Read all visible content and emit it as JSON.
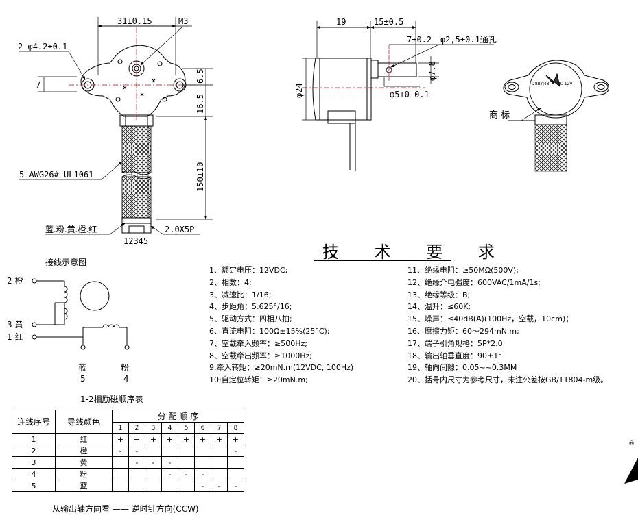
{
  "front_view": {
    "dim_31": "31±0.15",
    "dim_m3": "M3",
    "dim_holes": "2-φ4.2±0.1",
    "dim_7": "7",
    "dim_6_5": "6.5",
    "dim_16_5": "16.5",
    "dim_150": "150±10",
    "wire_label": "5-AWG26# UL1061",
    "color_label": "蓝.粉.黄.橙.红",
    "connector_label": "2.0X5P",
    "pin_numbers": "12345"
  },
  "side_view": {
    "dim_19": "19",
    "dim_15": "15±0.5",
    "dim_7": "7±0.2",
    "dim_hole": "φ2,5±0.1通孔",
    "dim_24": "φ24",
    "dim_7_8": "φ7.8",
    "dim_shaft": "φ5+0-0.1"
  },
  "photo_view": {
    "trademark_label": "商 标",
    "label_line1": "28BYJ48",
    "label_line2": "DC 12V"
  },
  "tech": {
    "title": "技 术 要 求",
    "left": [
      "1、额定电压：12VDC;",
      "2、相数：4;",
      "3、减速比：1/16;",
      "4、步距角：5.625°/16;",
      "5、驱动方式：四相八拍;",
      "6、直流电阻：100Ω±15%(25°C);",
      "7、空载牵入频率：≥500Hz;",
      "8、空载牵出频率：≥1000Hz;",
      "9.牵入转矩：≥20mN.m(12VDC, 100Hz)",
      "10:自定位转矩：≥20mN.m;"
    ],
    "right": [
      "11、绝缘电阻：≥50MΩ(500V);",
      "12、绝缘介电强度：600VAC/1mA/1s;",
      "13、绝缘等级：B;",
      "14、温升：≤60K;",
      "15、噪声：≤40dB(A)(100Hz，空载，10cm)；",
      "16、摩擦力矩：60～294mN.m;",
      "17、端子引角规格：5P*2.0",
      "18、输出轴垂直度：90±1°",
      "19、轴向间隙：0.05~~0.3MM",
      "20、括号内尺寸为参考尺寸，未注公差按GB/T1804-m级。"
    ]
  },
  "wiring": {
    "title": "接线示意图",
    "w2": "2 橙",
    "w3": "3 黄",
    "w1": "1 红",
    "blue": "蓝",
    "blue_num": "5",
    "pink": "粉",
    "pink_num": "4"
  },
  "sequence": {
    "caption": "1-2相励磁顺序表",
    "header_wire": "连线序号",
    "header_color": "导线颜色",
    "header_group": "分 配 顺 序",
    "steps": [
      "1",
      "2",
      "3",
      "4",
      "5",
      "6",
      "7",
      "8"
    ],
    "rows": [
      {
        "num": "1",
        "color": "红",
        "cells": [
          "+",
          "+",
          "+",
          "+",
          "+",
          "+",
          "+",
          "+"
        ]
      },
      {
        "num": "2",
        "color": "橙",
        "cells": [
          "-",
          "-",
          "",
          "",
          "",
          "",
          "",
          "-"
        ]
      },
      {
        "num": "3",
        "color": "黄",
        "cells": [
          "",
          "-",
          "-",
          "-",
          "",
          "",
          "",
          ""
        ]
      },
      {
        "num": "4",
        "color": "粉",
        "cells": [
          "",
          "",
          "",
          "-",
          "-",
          "-",
          "",
          ""
        ]
      },
      {
        "num": "5",
        "color": "蓝",
        "cells": [
          "",
          "",
          "",
          "",
          "",
          "-",
          "-",
          "-"
        ]
      }
    ],
    "note": "从输出轴方向看 —— 逆时针方向(CCW)"
  },
  "registered_mark": "®"
}
